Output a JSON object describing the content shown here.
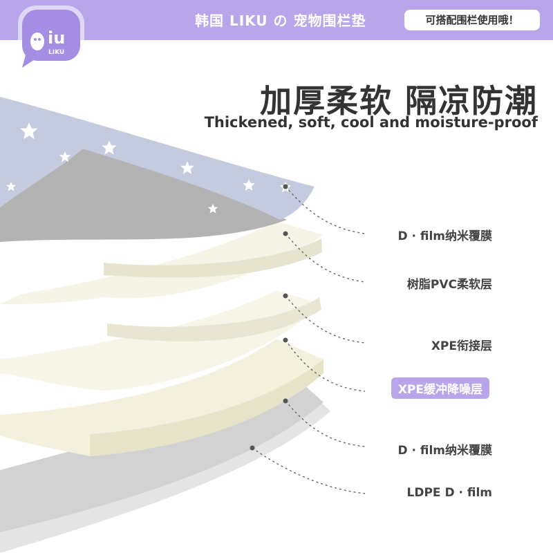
{
  "header": {
    "logo_text": "iu",
    "logo_subtext": "LIKU",
    "title": "韩国 LIKU の 宠物围栏垫",
    "badge": "可搭配围栏使用哦！"
  },
  "headline": "加厚柔软 隔凉防潮",
  "subline": "Thickened, soft, cool and moisture-proof",
  "layers": [
    {
      "label": "D · film纳米覆膜"
    },
    {
      "label": "树脂PVC柔软层"
    },
    {
      "label": "XPE衔接层"
    },
    {
      "label": "XPE缓冲降噪层"
    },
    {
      "label": "D · film纳米覆膜"
    },
    {
      "label": "LDPE D · film"
    }
  ],
  "colors": {
    "accent": "#b9a6ea",
    "star_layer": "#c5cbde",
    "gray_layer": "#b3b3b3",
    "foam_layer": "#f4f3e4",
    "bottom_layer": "#e4e4e4"
  }
}
